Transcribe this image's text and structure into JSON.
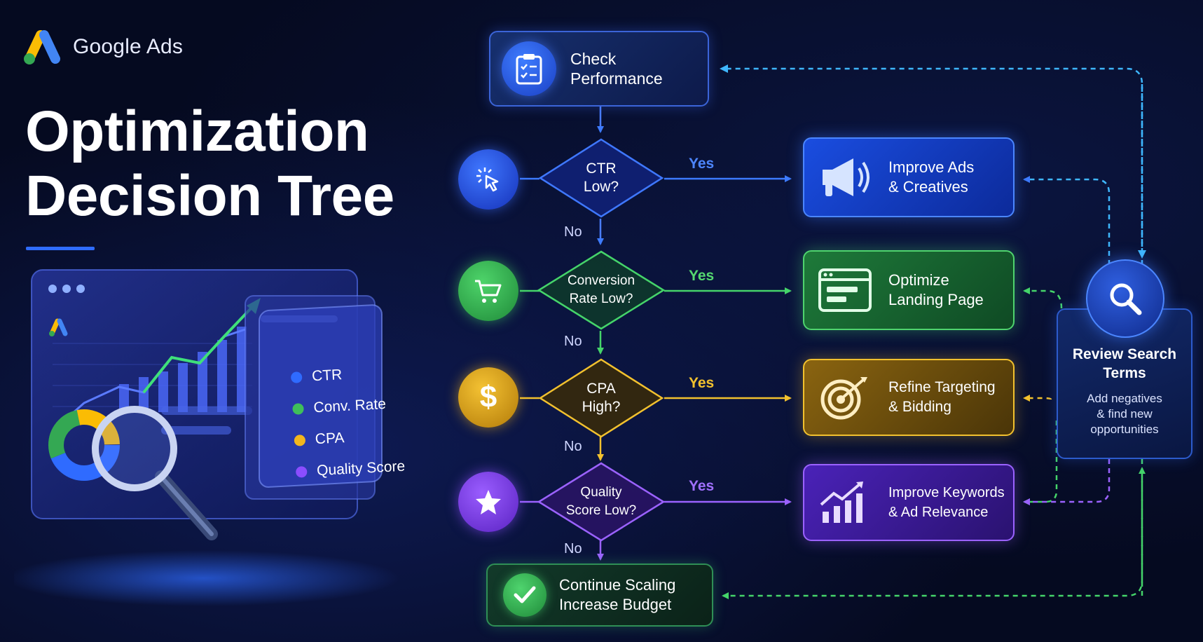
{
  "brand": {
    "name": "Google Ads"
  },
  "title": {
    "line1": "Optimization",
    "line2": "Decision Tree"
  },
  "flow": {
    "start": {
      "line1": "Check",
      "line2": "Performance"
    },
    "end": {
      "line1": "Continue Scaling",
      "line2": "Increase Budget"
    },
    "yes_label": "Yes",
    "no_label": "No",
    "steps": [
      {
        "question": [
          "CTR",
          "Low?"
        ],
        "action": [
          "Improve Ads",
          "& Creatives"
        ],
        "color": "#2f6bff",
        "icon": "cursor-click-icon",
        "action_icon": "megaphone-icon"
      },
      {
        "question": [
          "Conversion",
          "Rate Low?"
        ],
        "action": [
          "Optimize",
          "Landing Page"
        ],
        "color": "#3fbf5a",
        "icon": "shopping-cart-icon",
        "action_icon": "browser-window-icon"
      },
      {
        "question": [
          "CPA",
          "High?"
        ],
        "action": [
          "Refine Targeting",
          "& Bidding"
        ],
        "color": "#e8b21e",
        "icon": "dollar-icon",
        "action_icon": "target-icon"
      },
      {
        "question": [
          "Quality",
          "Score Low?"
        ],
        "action": [
          "Improve Keywords",
          "& Ad Relevance"
        ],
        "color": "#8b4dff",
        "icon": "star-icon",
        "action_icon": "growth-chart-icon"
      }
    ],
    "review": {
      "title": [
        "Review Search",
        "Terms"
      ],
      "subtitle": [
        "Add negatives",
        "& find new",
        "opportunities"
      ],
      "icon": "magnifier-icon"
    }
  },
  "dashboard": {
    "legend": [
      {
        "label": "CTR",
        "color": "#2f6bff"
      },
      {
        "label": "Conv. Rate",
        "color": "#3fbf5a"
      },
      {
        "label": "CPA",
        "color": "#f2b61e"
      },
      {
        "label": "Quality Score",
        "color": "#8b4dff"
      }
    ]
  }
}
